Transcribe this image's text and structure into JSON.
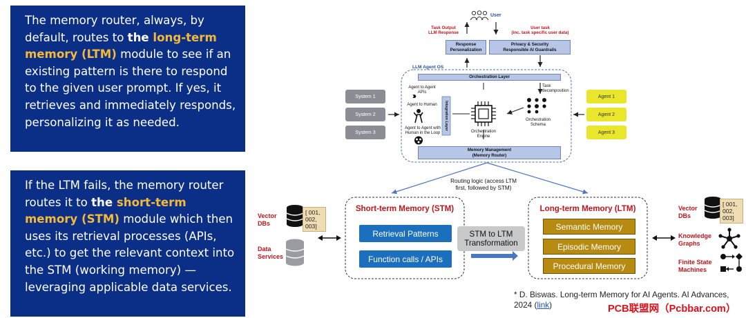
{
  "left_panels": {
    "p1": {
      "t1": "The memory router, always, by default, routes to ",
      "t2": "the ",
      "t3": "long-term memory (LTM)",
      "t4": " module to see if an existing pattern is there to respond to the given user prompt. If yes, it retrieves and immediately responds, personalizing it as needed."
    },
    "p2": {
      "t1": "If the LTM fails, the memory router routes it to ",
      "t2": "the ",
      "t3": "short-term memory (STM)",
      "t4": " module which then uses its retrieval processes (APIs, etc.) to get the relevant context into the STM (working memory) —leveraging applicable data services."
    }
  },
  "diagram": {
    "user": "User",
    "task_output": "Task Output\nLLM Response",
    "user_task": "User task\n(inc. task specific user data)",
    "response_personalization": "Response\nPersonalization",
    "privacy": "Privacy & Security\nResponsible AI Guardrails",
    "os_title": "LLM Agent OS",
    "orchestration_layer": "Orchestration Layer",
    "integration_layer": "Integration Layer",
    "agent_to_apis": "Agent to Agent APIs",
    "agent_to_human": "Agent to Human",
    "agent_hitl": "Agent to Agent with\nHuman in the Loop",
    "orchestration_engine": "Orchestration\nEngine",
    "orchestration_schema": "Orchestration\nSchema",
    "task_decomposition": "Task\ndecomposition",
    "memory_management": "Memory Management\n(Memory Router)",
    "systems": [
      "System 1",
      "System 2",
      "System 3"
    ],
    "agents": [
      "Agent 1",
      "Agent 2",
      "Agent 3"
    ],
    "routing_logic": "Routing logic (access LTM\nfirst, followed by STM)",
    "stm_title": "Short-term Memory (STM)",
    "stm_items": [
      "Retrieval Patterns",
      "Function calls / APIs"
    ],
    "transform": "STM to LTM\nTransformation",
    "ltm_title": "Long-term Memory (LTM)",
    "ltm_items": [
      "Semantic Memory",
      "Episodic Memory",
      "Procedural Memory"
    ],
    "vector_dbs": "Vector\nDBs",
    "data_services": "Data\nServices",
    "db_note": "[ 001,\n002,\n003]",
    "knowledge_graphs": "Knowledge\nGraphs",
    "fsm": "Finite State\nMachines"
  },
  "citation": {
    "text1": "* D. Biswas. Long-term Memory for AI Agents. AI Advances, 2024 (",
    "link": "link",
    "text2": ")"
  },
  "watermark": "PCB联盟网（Pcbbar.com）",
  "colors": {
    "panel_bg": "#0b2f86",
    "highlight": "#f5b93a",
    "stm_title": "#c0161c",
    "stm_button": "#1c6fbd",
    "ltm_button": "#b78a12",
    "watermark": "#e0101a"
  }
}
